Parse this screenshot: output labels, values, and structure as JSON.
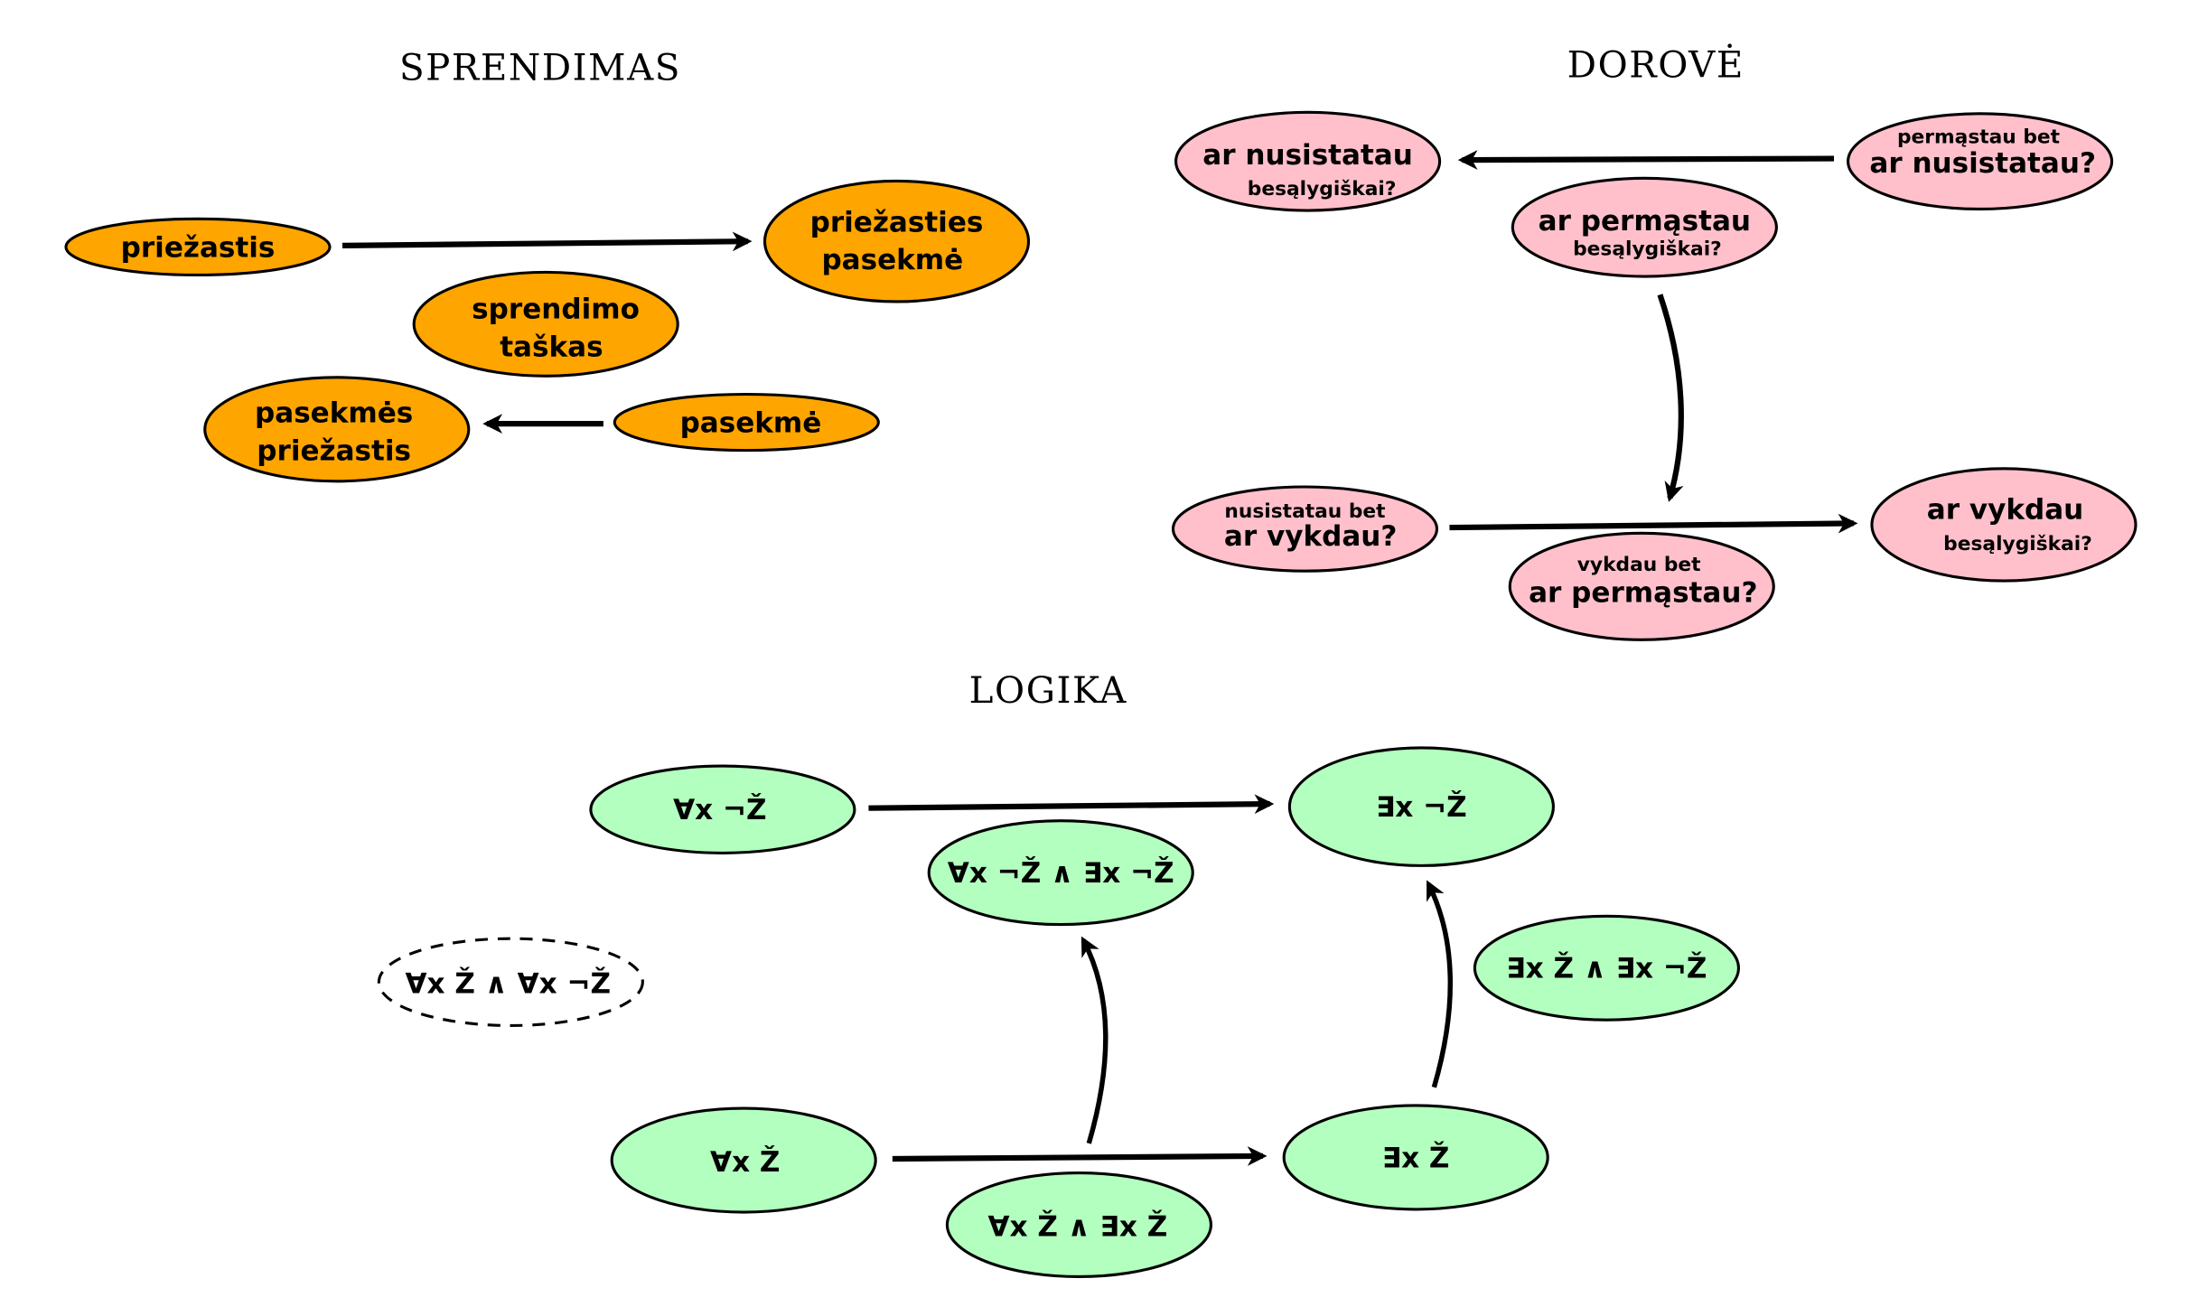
{
  "sections": {
    "sprendimas": {
      "title": "SPRENDIMAS",
      "color": "#FFA500",
      "nodes": [
        {
          "id": "priezastis",
          "lines": [
            "priežastis"
          ]
        },
        {
          "id": "priezasties-pasekme",
          "lines": [
            "priežasties",
            "pasekmė"
          ]
        },
        {
          "id": "sprendimo-taskas",
          "lines": [
            "sprendimo",
            "taškas"
          ]
        },
        {
          "id": "pasekmes-priezastis",
          "lines": [
            "pasekmės",
            "priežastis"
          ]
        },
        {
          "id": "pasekme",
          "lines": [
            "pasekmė"
          ]
        }
      ],
      "edges": [
        {
          "from": "priezastis",
          "to": "priezasties-pasekme"
        },
        {
          "from": "pasekme",
          "to": "pasekmes-priezastis"
        }
      ]
    },
    "dorove": {
      "title": "DOROVĖ",
      "color": "#FFC0CB",
      "nodes": [
        {
          "id": "ar-nusistatau-besalygiskai",
          "lines": [
            "ar nusistatau",
            "besąlygiškai?"
          ]
        },
        {
          "id": "permastau-bet-ar-nusistatau",
          "lines": [
            "permąstau bet",
            "ar nusistatau?"
          ]
        },
        {
          "id": "ar-permastau-besalygiskai",
          "lines": [
            "ar permąstau",
            "besąlygiškai?"
          ]
        },
        {
          "id": "nusistatau-bet-ar-vykdau",
          "lines": [
            "nusistatau bet",
            "ar vykdau?"
          ]
        },
        {
          "id": "ar-vykdau-besalygiskai",
          "lines": [
            "ar vykdau",
            "besąlygiškai?"
          ]
        },
        {
          "id": "vykdau-bet-ar-permastau",
          "lines": [
            "vykdau bet",
            "ar permąstau?"
          ]
        }
      ],
      "edges": [
        {
          "from": "permastau-bet-ar-nusistatau",
          "to": "ar-nusistatau-besalygiskai"
        },
        {
          "from": "ar-permastau-besalygiskai",
          "to": "nusistatau-bet-ar-vykdau",
          "curved": true
        },
        {
          "from": "nusistatau-bet-ar-vykdau",
          "to": "ar-vykdau-besalygiskai"
        }
      ]
    },
    "logika": {
      "title": "LOGIKA",
      "color": "#B3FFBF",
      "nodes": [
        {
          "id": "forall-not-z",
          "lines": [
            "∀x ¬Ž"
          ]
        },
        {
          "id": "exists-not-z",
          "lines": [
            "∃x ¬Ž"
          ]
        },
        {
          "id": "forall-not-z-and-exists-not-z",
          "lines": [
            "∀x ¬Ž ∧ ∃x ¬Ž"
          ]
        },
        {
          "id": "forall-z-and-forall-not-z",
          "lines": [
            "∀x Ž ∧ ∀x ¬Ž"
          ],
          "dashed": true
        },
        {
          "id": "exists-z-and-exists-not-z",
          "lines": [
            "∃x Ž ∧ ∃x ¬Ž"
          ]
        },
        {
          "id": "forall-z",
          "lines": [
            "∀x Ž"
          ]
        },
        {
          "id": "exists-z",
          "lines": [
            "∃x Ž"
          ]
        },
        {
          "id": "forall-z-and-exists-z",
          "lines": [
            "∀x Ž ∧ ∃x Ž"
          ]
        }
      ],
      "edges": [
        {
          "from": "forall-not-z",
          "to": "exists-not-z"
        },
        {
          "from": "forall-z",
          "to": "exists-z"
        },
        {
          "from": "forall-z-and-exists-z",
          "to": "forall-not-z-and-exists-not-z",
          "curved": true
        },
        {
          "from": "exists-z",
          "to": "exists-not-z",
          "curved": true
        }
      ]
    }
  }
}
